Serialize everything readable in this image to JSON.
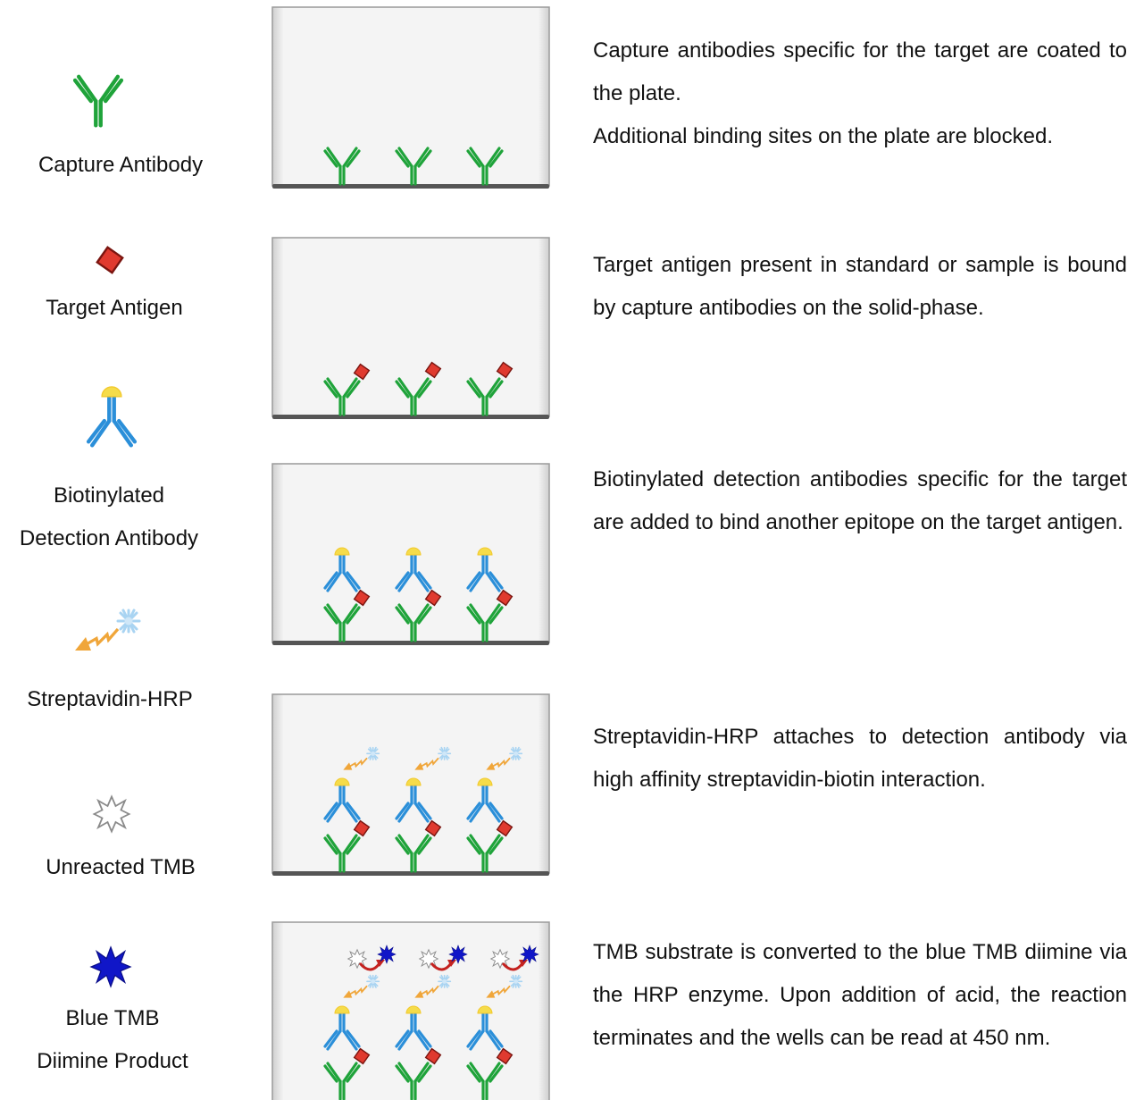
{
  "legend": [
    {
      "label": "Capture Antibody"
    },
    {
      "label": "Target Antigen"
    },
    {
      "label": [
        "Biotinylated",
        "Detection Antibody"
      ]
    },
    {
      "label": "Streptavidin-HRP"
    },
    {
      "label": "Unreacted TMB"
    },
    {
      "label": [
        "Blue TMB",
        "Diimine Product"
      ]
    }
  ],
  "steps": [
    {
      "paragraphs": [
        "Capture antibodies specific for the target are coated to the plate.",
        "Additional binding sites on the plate are blocked."
      ]
    },
    {
      "paragraphs": [
        "Target antigen present in standard or sample is bound by capture antibodies on the solid-phase."
      ]
    },
    {
      "paragraphs": [
        "Biotinylated detection antibodies specific for the target are added to bind another epitope on the target antigen."
      ]
    },
    {
      "paragraphs": [
        "Streptavidin-HRP attaches to detection antibody via high affinity streptavidin-biotin interaction."
      ]
    },
    {
      "paragraphs": [
        "TMB substrate is converted to the blue TMB diimine via the HRP enzyme. Upon addition of acid, the reaction terminates and the wells can be read at 450 nm."
      ]
    }
  ],
  "colors": {
    "capture_antibody": "#1fa33a",
    "detection_antibody": "#2b8fd9",
    "biotin": "#f5dc4a",
    "antigen": "#e03a2f",
    "streptavidin_hrp": "#f0a63a",
    "hrp_burst": "#a9d4f2",
    "blue_tmb": "#1016c8",
    "reaction_arrow": "#c4221f"
  }
}
